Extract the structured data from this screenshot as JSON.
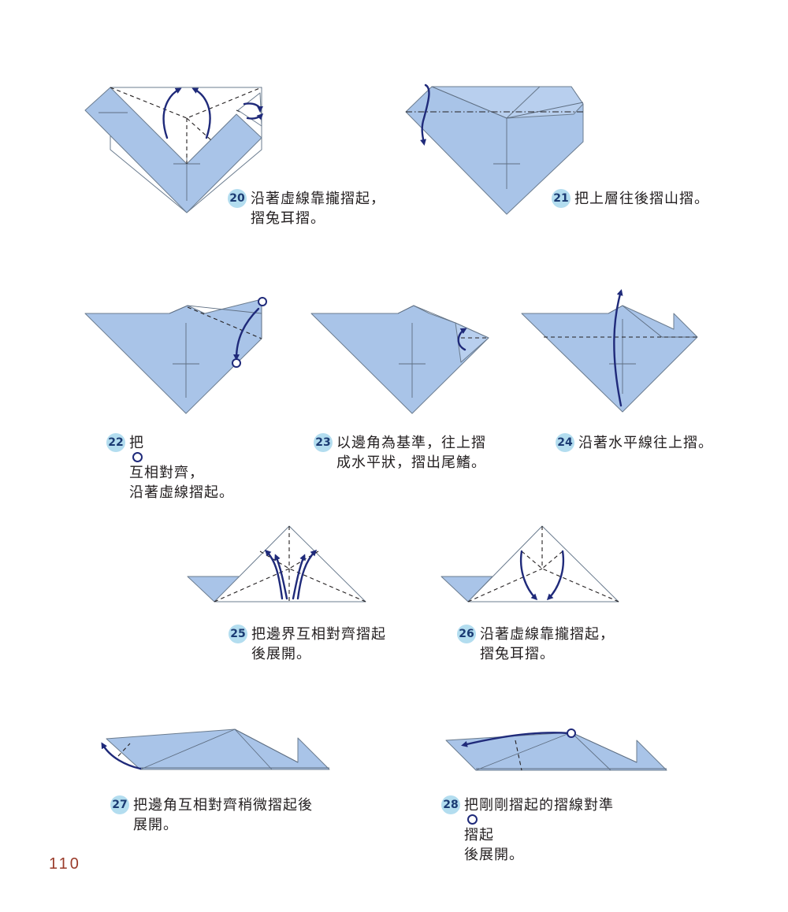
{
  "steps": [
    {
      "number": "20",
      "lines": [
        "沿著虛線靠攏摺起，",
        "摺兔耳摺。"
      ]
    },
    {
      "number": "21",
      "lines": [
        "把上層往後摺山摺。"
      ]
    },
    {
      "number": "22",
      "line1_before": "把",
      "line1_after": "互相對齊，",
      "line2": "沿著虛線摺起。"
    },
    {
      "number": "23",
      "lines": [
        "以邊角為基準，往上摺",
        "成水平狀，摺出尾鰭。"
      ]
    },
    {
      "number": "24",
      "lines": [
        "沿著水平線往上摺。"
      ]
    },
    {
      "number": "25",
      "lines": [
        "把邊界互相對齊摺起",
        "後展開。"
      ]
    },
    {
      "number": "26",
      "lines": [
        "沿著虛線靠攏摺起，",
        "摺兔耳摺。"
      ]
    },
    {
      "number": "27",
      "lines": [
        "把邊角互相對齊稍微摺起後",
        "展開。"
      ]
    },
    {
      "number": "28",
      "line1_before": "把剛剛摺起的摺線對準",
      "line1_after": "摺起",
      "line2": "後展開。"
    }
  ],
  "page_number": "110",
  "colors": {
    "paper": "#a9c4e8",
    "arrow": "#1f2a7a",
    "badge": "#b3ddef",
    "page_number": "#9a3b2a"
  }
}
